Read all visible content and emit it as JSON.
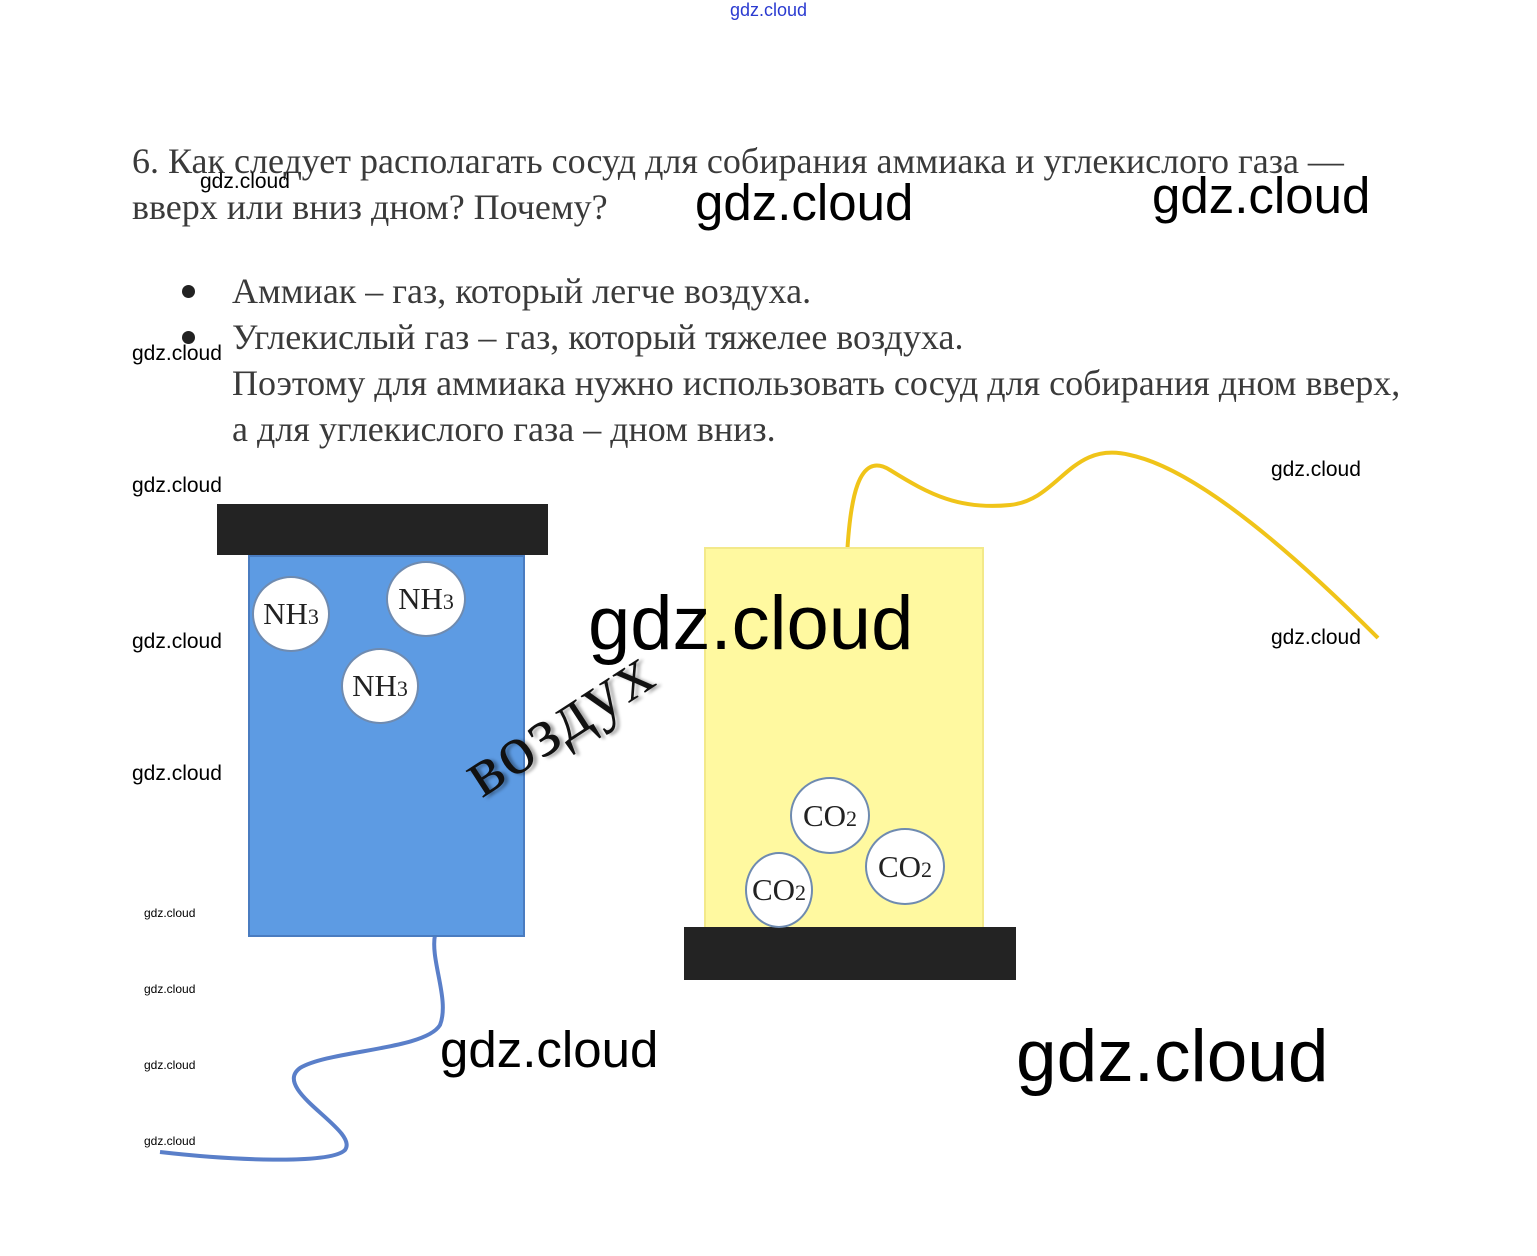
{
  "question": "6. Как следует располагать сосуд для собирания аммиака и углекислого газа — вверх или вниз дном? Почему?",
  "bullets": [
    "Аммиак – газ, который легче воздуха.",
    "Углекислый газ – газ, который тяжелее воздуха."
  ],
  "conclusion": "Поэтому для аммиака нужно использовать сосуд для собирания дном вверх, а для углекислого газа – дном вниз.",
  "diagram": {
    "air_label": "воздух",
    "nh3": {
      "base": "NH",
      "sub": "3"
    },
    "co2": {
      "base": "CO",
      "sub": "2"
    },
    "colors": {
      "blue_jar": "#5d9be3",
      "yellow_jar": "#fff9a0",
      "blue_wire": "#5a7fc9",
      "yellow_wire": "#f0c419",
      "lid": "#232323"
    }
  },
  "watermark": "gdz.cloud"
}
